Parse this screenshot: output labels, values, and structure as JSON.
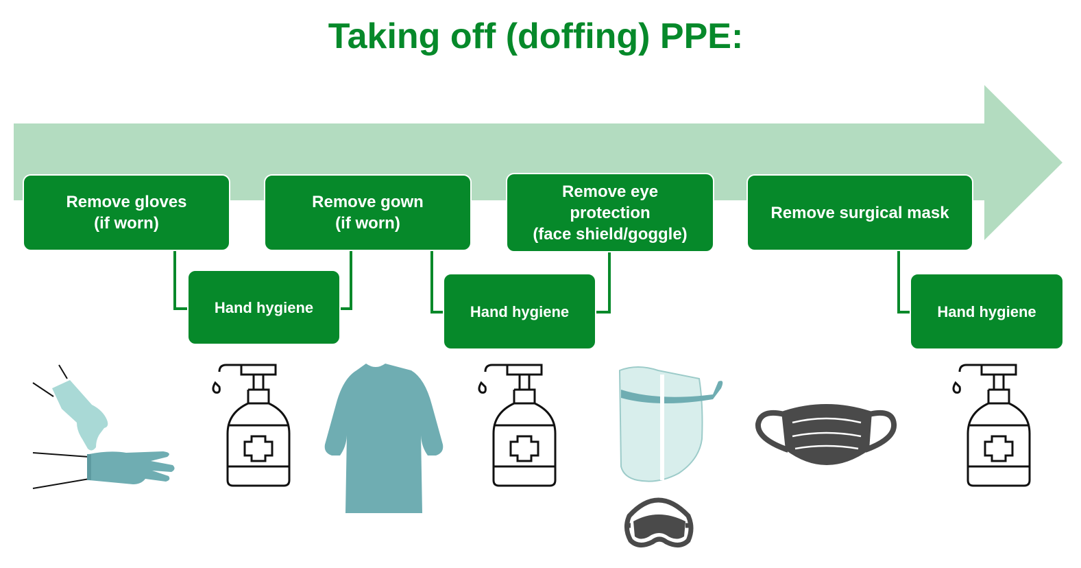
{
  "title": "Taking off (doffing) PPE:",
  "colors": {
    "title": "#06892a",
    "box": "#06892a",
    "arrow": "#b3dcc0",
    "connector": "#06892a",
    "ppe_fill": "#6fadb2",
    "glove_light": "#a9d9d6",
    "shield_fill": "#d8eeec",
    "mask_fill": "#4a4a4a",
    "outline": "#111111"
  },
  "steps": [
    {
      "label": "Remove gloves\n(if worn)"
    },
    {
      "label": "Remove gown\n(if worn)"
    },
    {
      "label": "Remove eye\nprotection\n(face shield/goggle)"
    },
    {
      "label": "Remove surgical mask"
    }
  ],
  "hygiene_steps": [
    {
      "label": "Hand hygiene"
    },
    {
      "label": "Hand hygiene"
    },
    {
      "label": "Hand hygiene"
    }
  ],
  "icons": [
    "gloves-icon",
    "sanitizer-bottle-icon",
    "gown-icon",
    "sanitizer-bottle-icon",
    "face-shield-icon",
    "goggles-icon",
    "surgical-mask-icon",
    "sanitizer-bottle-icon"
  ]
}
